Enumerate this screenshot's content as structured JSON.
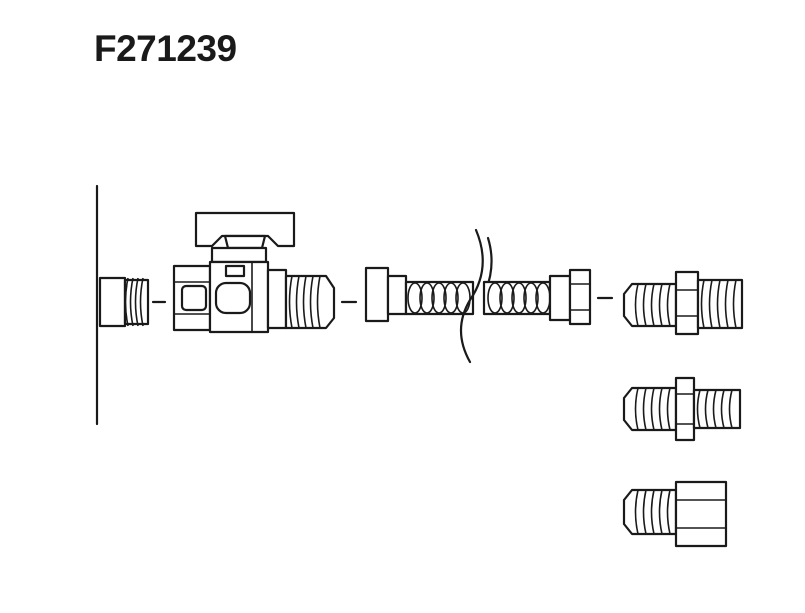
{
  "title": "F271239",
  "parts": [
    {
      "id": "wall-stub-out",
      "icon": "threaded-pipe-stub"
    },
    {
      "id": "gas-ball-valve",
      "icon": "ball-valve-with-handle"
    },
    {
      "id": "flexible-gas-connector",
      "icon": "corrugated-hose"
    },
    {
      "id": "flare-to-mip-adapter",
      "icon": "hex-adapter"
    },
    {
      "id": "flare-to-mip-adapter-alt",
      "icon": "hex-adapter"
    },
    {
      "id": "flare-to-fip-adapter",
      "icon": "female-adapter"
    }
  ],
  "colors": {
    "line": "#1a1a1a",
    "background": "#ffffff"
  }
}
